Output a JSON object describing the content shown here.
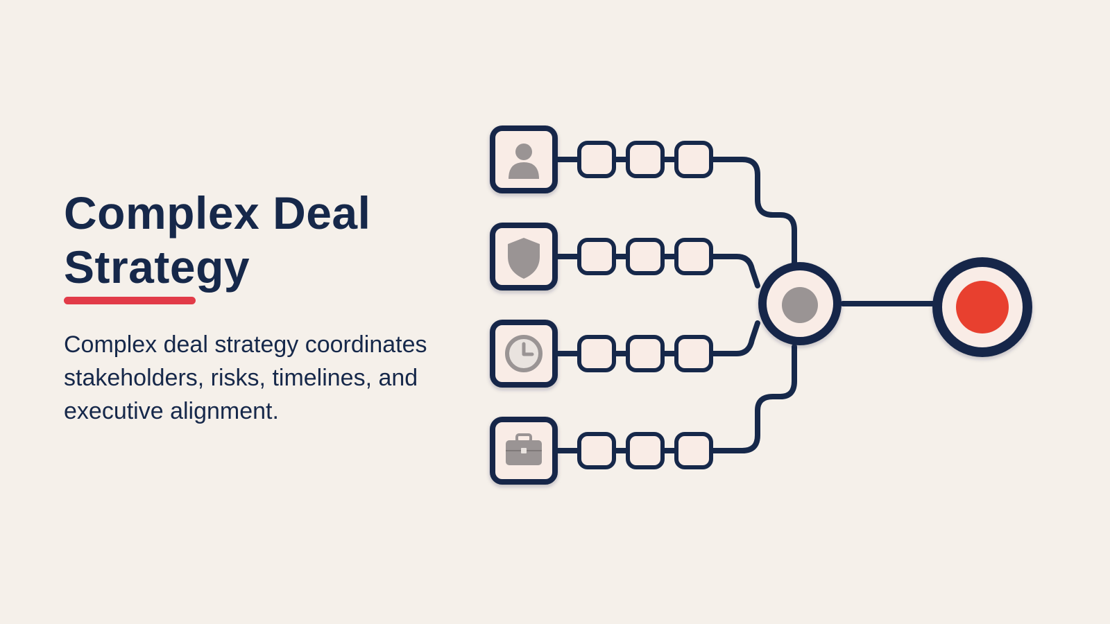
{
  "title": {
    "line1": "Complex Deal",
    "line2": "Strategy"
  },
  "description": "Complex deal strategy coordinates stakeholders, risks, timelines, and executive alignment.",
  "colors": {
    "background": "#f5f0ea",
    "navy": "#16284a",
    "accent": "#e23b48",
    "tile_fill": "#f9ece6",
    "icon_gray": "#9a9494",
    "target": "#e8402f"
  },
  "diagram": {
    "inputs": [
      {
        "icon": "person-icon",
        "steps": 3
      },
      {
        "icon": "shield-icon",
        "steps": 3
      },
      {
        "icon": "clock-icon",
        "steps": 3
      },
      {
        "icon": "briefcase-icon",
        "steps": 3
      }
    ],
    "hub_icon": "gray-dot-icon",
    "target_icon": "red-dot-icon"
  }
}
